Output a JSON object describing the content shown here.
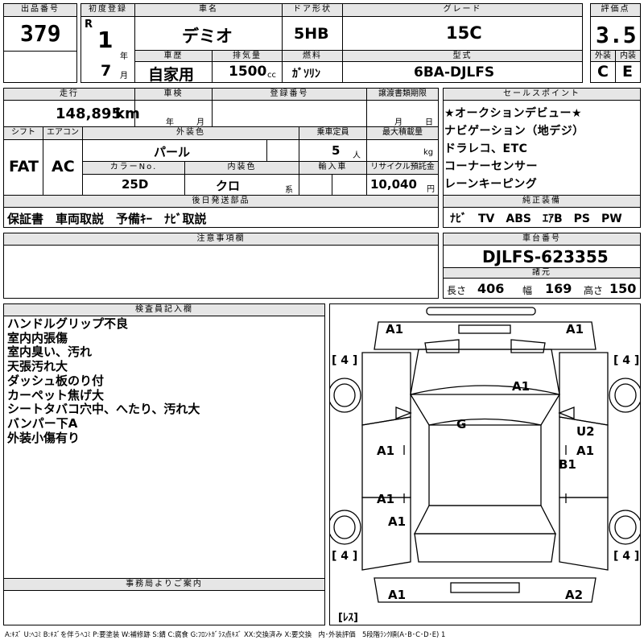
{
  "header": {
    "lot_label": "出品番号",
    "lot": "379",
    "reg_label": "初度登録",
    "era": "R",
    "reg_year": "1",
    "year_unit": "年",
    "reg_month": "7",
    "month_unit": "月",
    "model_label": "車名",
    "model": "デミオ",
    "door_label": "ドア形状",
    "door": "5HB",
    "grade_label": "グレード",
    "grade": "15C",
    "score_label": "評価点",
    "score": "3.5",
    "history_label": "車歴",
    "history": "自家用",
    "disp_label": "排気量",
    "disp": "1500",
    "disp_unit": "cc",
    "fuel_label": "燃料",
    "fuel": "ｶﾞｿﾘﾝ",
    "type_label": "型式",
    "type": "6BA-DJLFS",
    "ext_label": "外装",
    "ext": "C",
    "int_label": "内装",
    "int": "E"
  },
  "row2": {
    "mileage_label": "走行",
    "mileage": "148,895",
    "mileage_unit": "km",
    "inspect_label": "車検",
    "inspect_y": "年",
    "inspect_m": "月",
    "plate_label": "登録番号",
    "transfer_label": "譲渡書類期限",
    "transfer_m": "月",
    "transfer_d": "日",
    "shift_label": "シフト",
    "shift": "FAT",
    "ac_label": "エアコン",
    "ac": "AC",
    "color_label": "外装色",
    "color": "パール",
    "seats_label": "乗車定員",
    "seats": "5",
    "seats_unit": "人",
    "load_label": "最大積載量",
    "load_unit": "kg",
    "colorno_label": "カラーNo.",
    "colorno": "25D",
    "intcolor_label": "内装色",
    "intcolor": "クロ",
    "intcolor_unit": "系",
    "import_label": "輸入車",
    "recycle_label": "リサイクル預託金",
    "recycle": "10,040",
    "recycle_unit": "円"
  },
  "sales_points": {
    "label": "セールスポイント",
    "items": [
      "★オークションデビュー★",
      "ナビゲーション（地デジ）",
      "ドラレコ、ETC",
      "コーナーセンサー",
      "レーンキーピング"
    ]
  },
  "equipment": {
    "label": "純正装備",
    "value": "ﾅﾋﾞ　TV　ABS　ｴｱB　PS　PW"
  },
  "later": {
    "label": "後日発送部品",
    "value": "保証書　車両取説　予備ｷｰ　ﾅﾋﾞ取説"
  },
  "caution": {
    "label": "注意事項欄"
  },
  "chassis": {
    "label": "車台番号",
    "value": "DJLFS-623355",
    "dims_label": "諸元",
    "len_label": "長さ",
    "len": "406",
    "wid_label": "幅",
    "wid": "169",
    "hei_label": "高さ",
    "hei": "150"
  },
  "inspector": {
    "label": "検査員記入欄",
    "notes": [
      "ハンドルグリップ不良",
      "室内内張傷",
      "室内臭い、汚れ",
      "天張汚れ大",
      "ダッシュ板のり付",
      "カーペット焦げ大",
      "シートタバコ穴中、へたり、汚れ大",
      "バンパー下A",
      "外装小傷有り"
    ]
  },
  "office": {
    "label": "事務局よりご案内"
  },
  "diagram": {
    "marks": {
      "a1_fl": "A1",
      "a1_fr": "A1",
      "a1_hood": "A1",
      "g_roof": "G",
      "u2": "U2",
      "a1_rf_door": "A1",
      "b1": "B1",
      "a1_lf_door": "A1",
      "a1_lr_door": "A1",
      "a1_lr_qtr": "A1",
      "a1_rear_l": "A1",
      "a2_rear_r": "A2"
    },
    "tires": {
      "fl": "[ 4 ]",
      "fr": "[ 4 ]",
      "rl": "[ 4 ]",
      "rr": "[ 4 ]"
    },
    "spare": "[ﾚｽ]"
  },
  "legend": "A:ｷｽﾞ U:ﾍｺﾐ B:ｷｽﾞを伴うﾍｺﾐ P:要塗装 W:補修跡 S:錆 C:腐食 G:ﾌﾛﾝﾄｶﾞﾗｽ点ｷｽﾞ XX:交換済み X:要交換　内･外装評価　5段階ﾗﾝｸ順(A･B･C･D･E) 1"
}
